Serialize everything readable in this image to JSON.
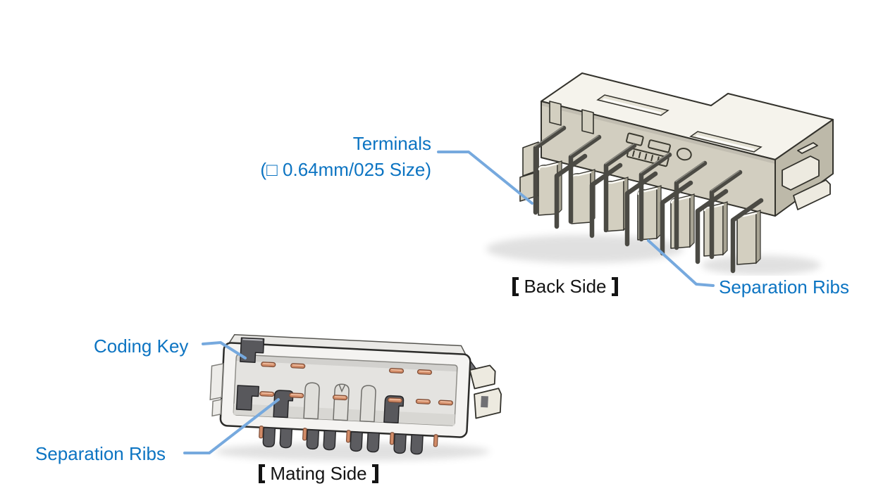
{
  "colors": {
    "label_blue": "#0C74C2",
    "leader_blue": "#76A9DE",
    "caption_color": "#141414",
    "background": "#FFFFFF"
  },
  "back_view": {
    "caption": "Back Side",
    "caption_full": "【Back Side】",
    "terminals_label_line1": "Terminals",
    "terminals_label_line2": "(□ 0.64mm/025 Size)",
    "separation_ribs_label": "Separation Ribs"
  },
  "mating_view": {
    "caption": "Mating Side",
    "caption_full": "【Mating Side】",
    "coding_key_label": "Coding Key",
    "separation_ribs_label": "Separation Ribs"
  }
}
